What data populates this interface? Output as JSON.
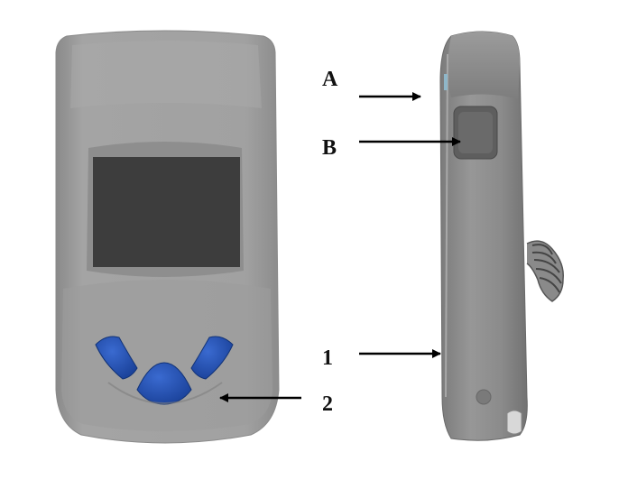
{
  "callouts": {
    "a": "A",
    "b": "B",
    "one": "1",
    "two": "2"
  },
  "colors": {
    "body_light": "#a3a3a3",
    "body_mid": "#8f8f8f",
    "body_dark": "#6e6e6e",
    "screen": "#3c3c3c",
    "keypad_blue": "#1e49a6",
    "arrow": "#000000"
  },
  "icons": {
    "front_view": "handheld-device-front",
    "side_view": "handheld-device-side",
    "cable": "coiled-cable"
  }
}
